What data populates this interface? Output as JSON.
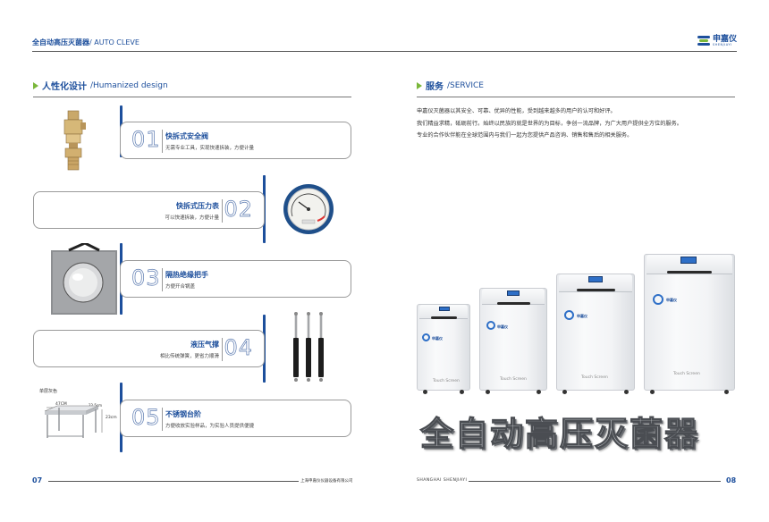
{
  "header": {
    "title_cn": "全自动高压灭菌器",
    "title_en": "/ AUTO CLEVE",
    "logo_cn": "申嘉仪",
    "logo_en": "SHENJIAYI"
  },
  "left": {
    "section_cn": "人性化设计",
    "section_en": "/Humanized design",
    "features": [
      {
        "num": "01",
        "title": "快拆式安全阀",
        "desc": "无需专业工具，实现快速拆装，方便计量"
      },
      {
        "num": "02",
        "title": "快拆式压力表",
        "desc": "可以快速拆装，方便计量"
      },
      {
        "num": "03",
        "title": "隔热绝缘把手",
        "desc": "方便开合锅盖"
      },
      {
        "num": "04",
        "title": "液压气撑",
        "desc": "相比传统弹簧，更省力顺滑"
      },
      {
        "num": "05",
        "title": "不锈钢台阶",
        "desc": "方便收放实验样品，为实验人员提供便捷"
      }
    ],
    "step_labels": {
      "caption": "单层灰色",
      "width": "47CM",
      "depth": "22.5cm",
      "height": "23cm"
    },
    "page_number": "07",
    "company": "上海申嘉仪仪器设备有限公司"
  },
  "right": {
    "section_cn": "服务",
    "section_en": "/SERVICE",
    "paragraphs": [
      "申嘉仪灭菌器以其安全、可靠、优异的性能，受到越来越多的用户的认可和好评。",
      "我们精益求精，砥砺前行。始终以民族的就是世界的为目标，争创一流品牌，为广大用户提供全方位的服务。",
      "专业的合作伙伴能在全球范围内与我们一起为您提供产品咨询、销售和售后的相关服务。"
    ],
    "machine_label": "Touch  Screen",
    "banner": "全自动高压灭菌器",
    "footer_en": "SHANGHAI SHENJIAYI",
    "page_number": "08"
  },
  "colors": {
    "brand_blue": "#1d4f9c",
    "accent_green": "#7ab73a"
  }
}
